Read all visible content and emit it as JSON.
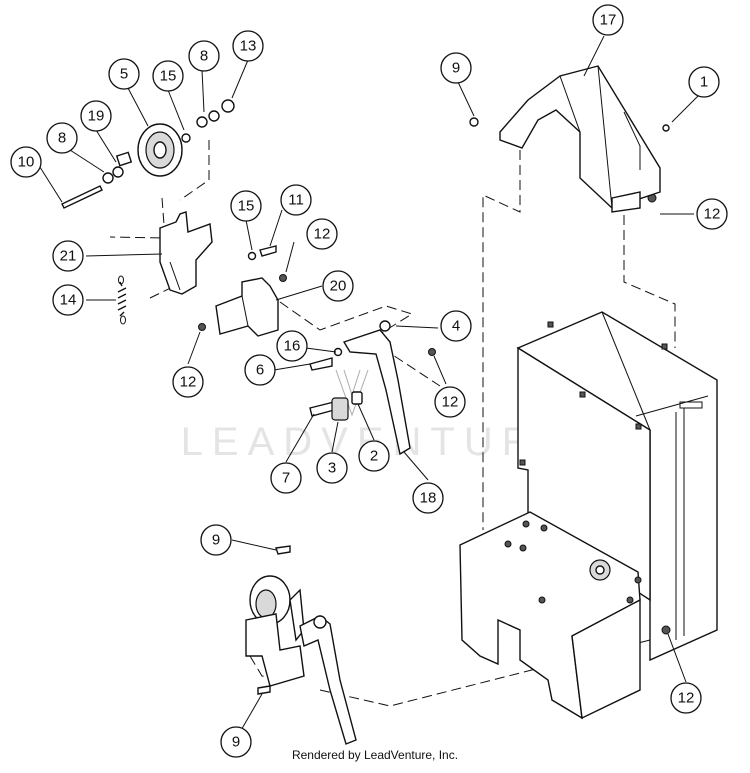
{
  "watermark": "LEADVENTURE",
  "footer": "Rendered by LeadVenture, Inc.",
  "callouts": [
    "17",
    "9",
    "1",
    "12",
    "5",
    "15",
    "8",
    "13",
    "19",
    "8",
    "10",
    "21",
    "15",
    "11",
    "12",
    "14",
    "20",
    "4",
    "16",
    "6",
    "12",
    "12",
    "7",
    "3",
    "2",
    "18",
    "9",
    "12",
    "9"
  ]
}
